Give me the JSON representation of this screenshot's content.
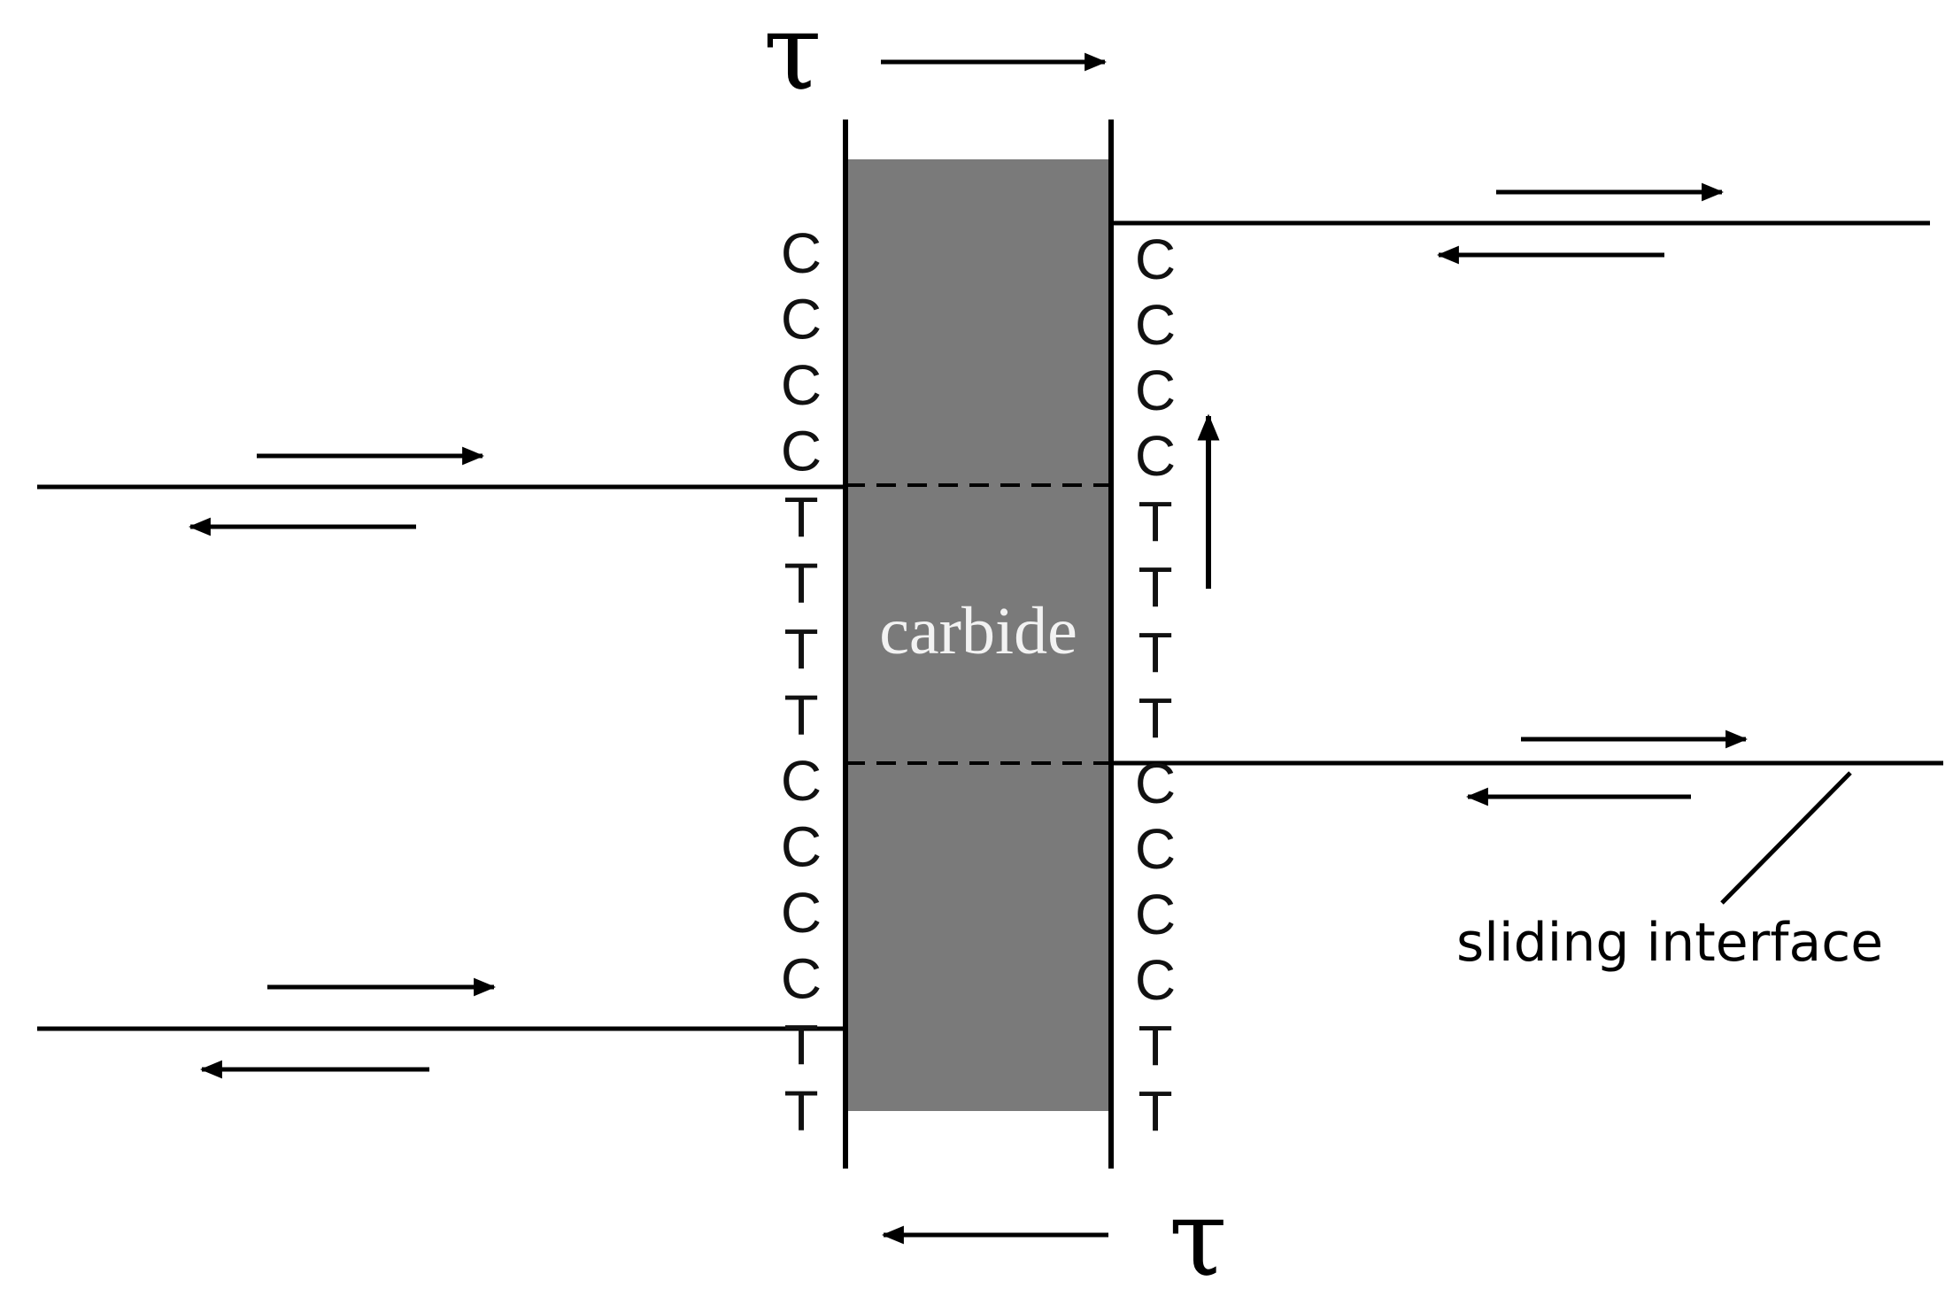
{
  "diagram": {
    "tau_symbol": "τ",
    "carbide_label": "carbide",
    "sliding_interface_label": "sliding interface",
    "left_sequence": [
      "C",
      "C",
      "C",
      "C",
      "T",
      "T",
      "T",
      "T",
      "C",
      "C",
      "C",
      "C",
      "T",
      "T"
    ],
    "right_sequence": [
      "C",
      "C",
      "C",
      "C",
      "T",
      "T",
      "T",
      "T",
      "C",
      "C",
      "C",
      "C",
      "T",
      "T"
    ],
    "colors": {
      "carbide_fill": "#7a7a7a",
      "line": "#000000",
      "carbide_text": "#f2f2f2"
    }
  }
}
